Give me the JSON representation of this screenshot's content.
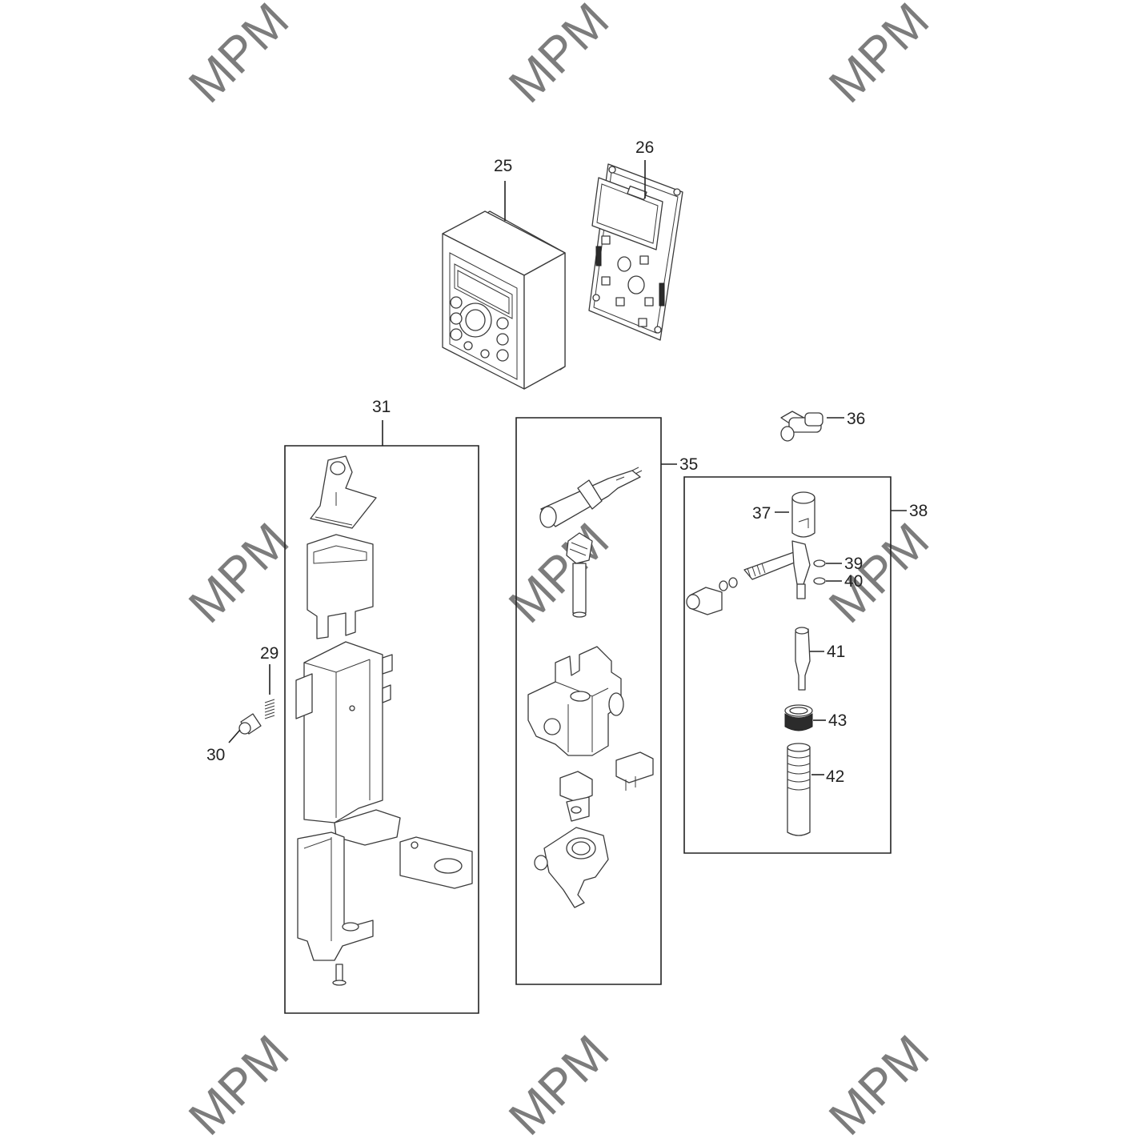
{
  "watermark": "MPM",
  "callouts": {
    "c25": "25",
    "c26": "26",
    "c29": "29",
    "c30": "30",
    "c31": "31",
    "c35": "35",
    "c36": "36",
    "c37": "37",
    "c38": "38",
    "c39": "39",
    "c40": "40",
    "c41": "41",
    "c42": "42",
    "c43": "43"
  }
}
